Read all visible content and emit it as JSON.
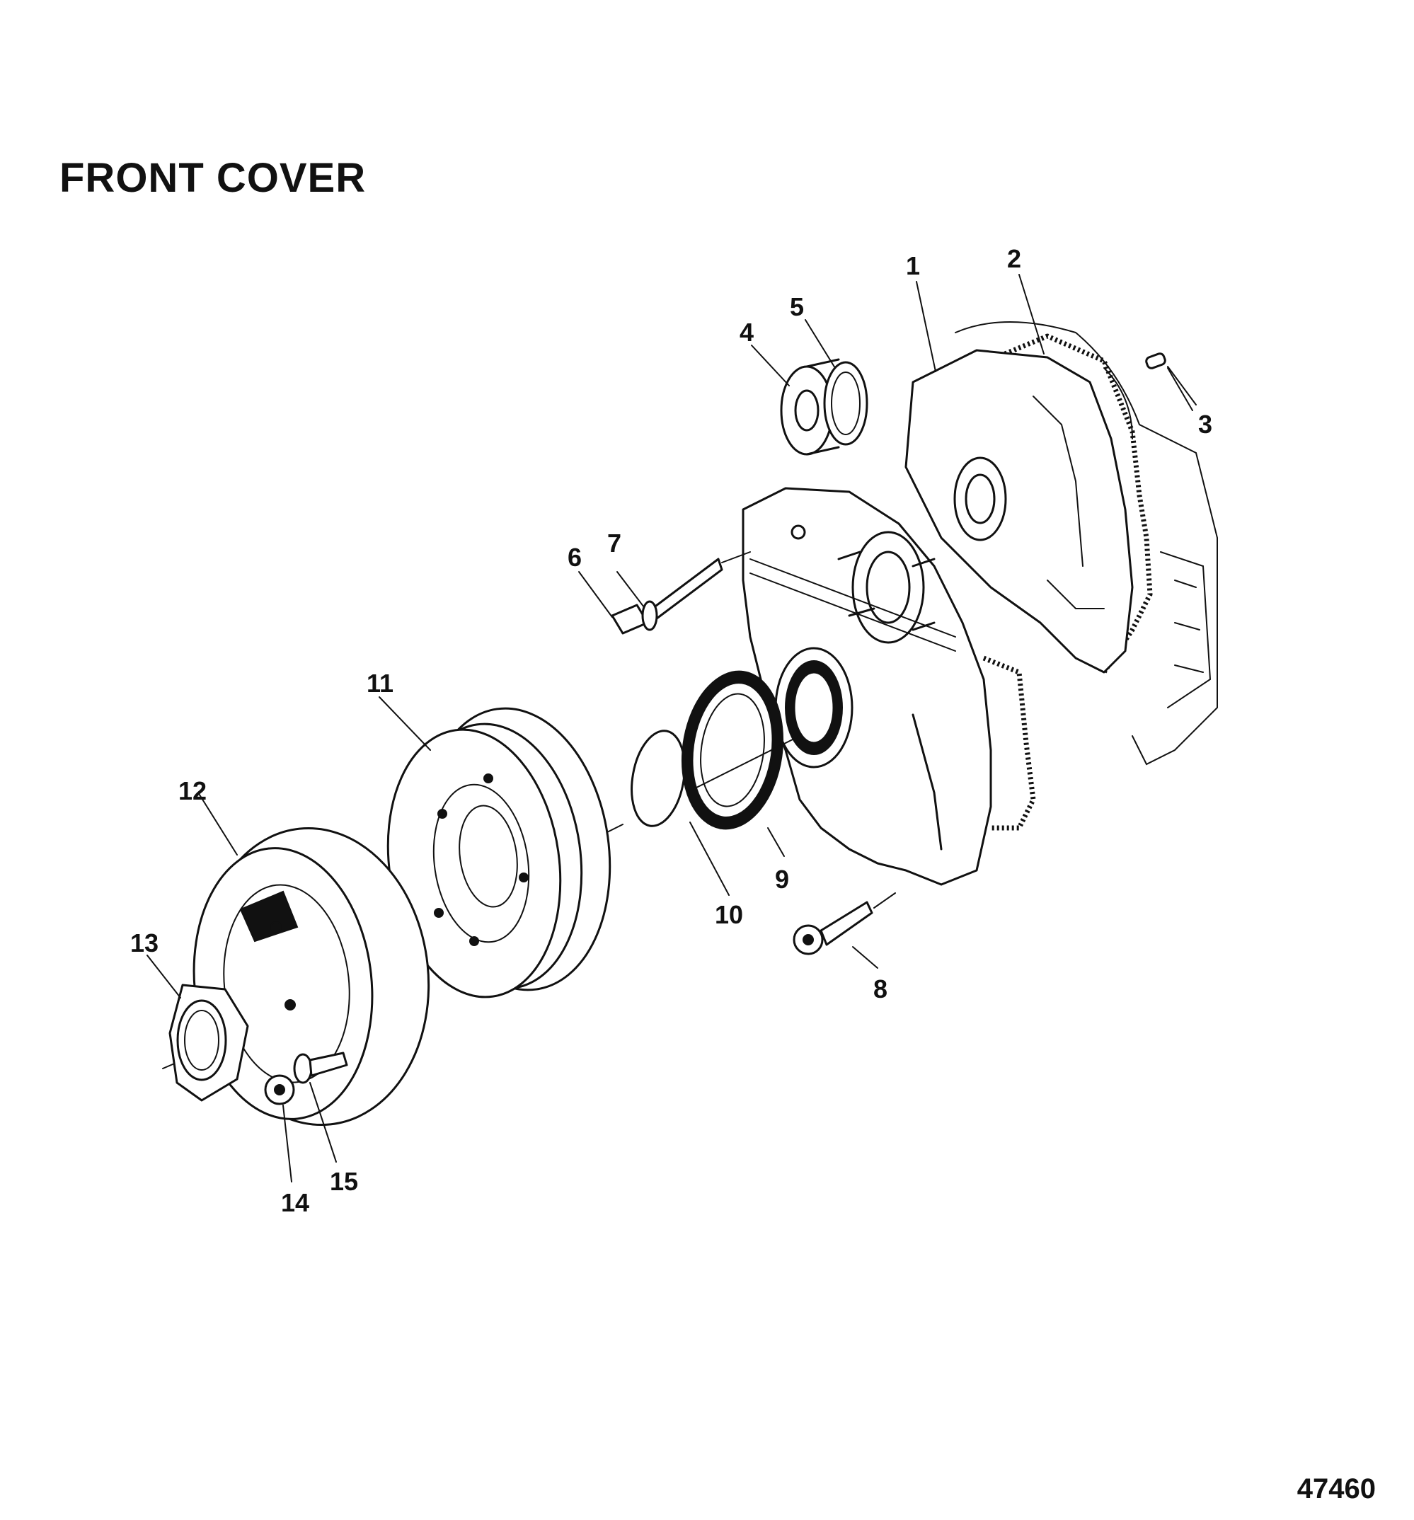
{
  "title": "FRONT COVER",
  "figure_number": "47460",
  "callouts": [
    "1",
    "2",
    "3",
    "4",
    "5",
    "6",
    "7",
    "8",
    "9",
    "10",
    "11",
    "12",
    "13",
    "14",
    "15"
  ]
}
